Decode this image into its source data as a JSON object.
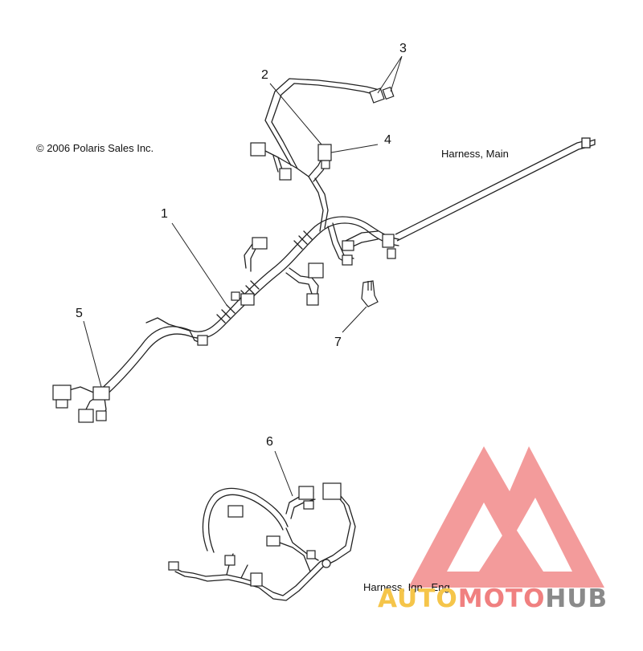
{
  "copyright": "© 2006 Polaris Sales Inc.",
  "callouts": [
    "1",
    "2",
    "3",
    "4",
    "5",
    "6",
    "7"
  ],
  "captions": {
    "main": "Harness, Main",
    "ign": "Harness, Ign., Eng."
  },
  "watermark": {
    "part1": "AUTO",
    "part2": "MOTO",
    "part3": "HUB",
    "colors": [
      "#f5c54a",
      "#f08080",
      "#8a8a8a"
    ],
    "logo_color": "#f28a8a",
    "logo_icon": "triangle-mg-logo-icon"
  }
}
